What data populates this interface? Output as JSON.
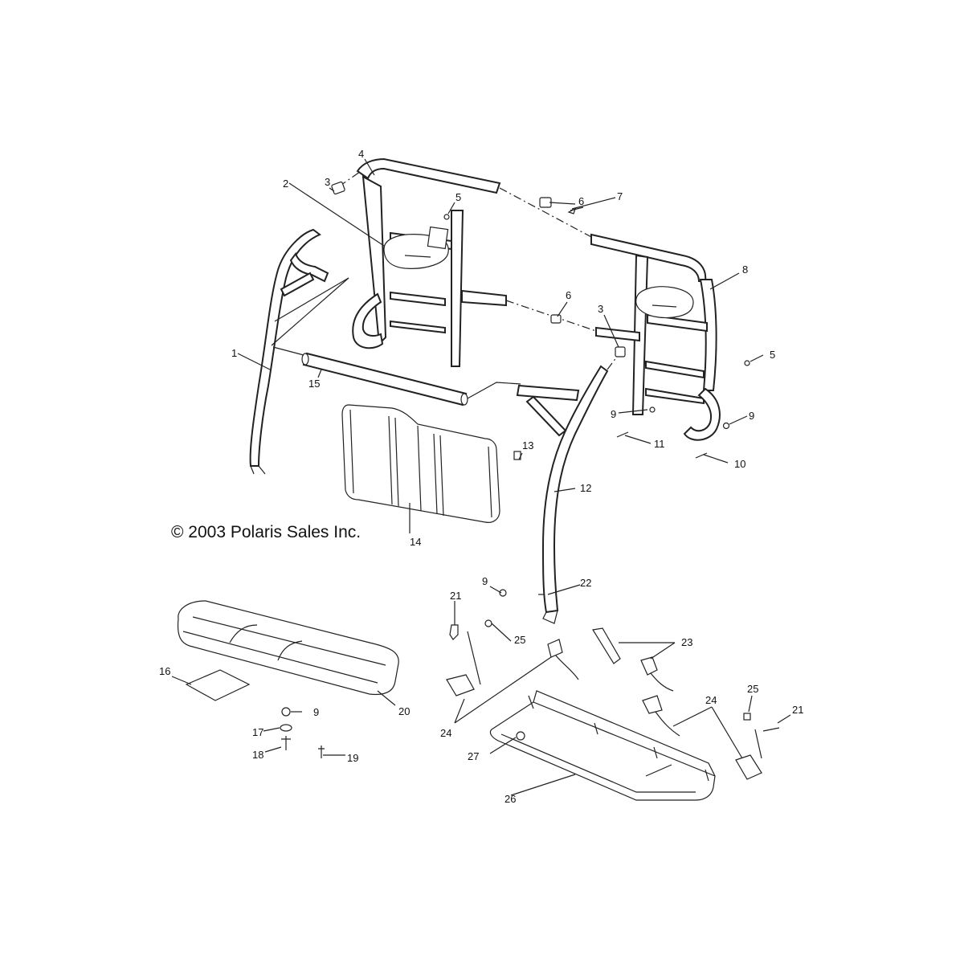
{
  "copyright": "© 2003 Polaris Sales Inc.",
  "callouts": [
    {
      "id": "c4",
      "text": "4"
    },
    {
      "id": "c3a",
      "text": "3"
    },
    {
      "id": "c5a",
      "text": "5"
    },
    {
      "id": "c6a",
      "text": "6"
    },
    {
      "id": "c7",
      "text": "7"
    },
    {
      "id": "c2",
      "text": "2"
    },
    {
      "id": "c8",
      "text": "8"
    },
    {
      "id": "c6b",
      "text": "6"
    },
    {
      "id": "c3b",
      "text": "3"
    },
    {
      "id": "c1",
      "text": "1"
    },
    {
      "id": "c5b",
      "text": "5"
    },
    {
      "id": "c15",
      "text": "15"
    },
    {
      "id": "c9a",
      "text": "9"
    },
    {
      "id": "c9b",
      "text": "9"
    },
    {
      "id": "c11",
      "text": "11"
    },
    {
      "id": "c13",
      "text": "13"
    },
    {
      "id": "c10",
      "text": "10"
    },
    {
      "id": "c12",
      "text": "12"
    },
    {
      "id": "c14",
      "text": "14"
    },
    {
      "id": "c9c",
      "text": "9"
    },
    {
      "id": "c22",
      "text": "22"
    },
    {
      "id": "c21a",
      "text": "21"
    },
    {
      "id": "c25a",
      "text": "25"
    },
    {
      "id": "c23",
      "text": "23"
    },
    {
      "id": "c16",
      "text": "16"
    },
    {
      "id": "c20",
      "text": "20"
    },
    {
      "id": "c25b",
      "text": "25"
    },
    {
      "id": "c21b",
      "text": "21"
    },
    {
      "id": "c24a",
      "text": "24"
    },
    {
      "id": "c9d",
      "text": "9"
    },
    {
      "id": "c17",
      "text": "17"
    },
    {
      "id": "c24b",
      "text": "24"
    },
    {
      "id": "c18",
      "text": "18"
    },
    {
      "id": "c19",
      "text": "19"
    },
    {
      "id": "c27",
      "text": "27"
    },
    {
      "id": "c26",
      "text": "26"
    }
  ]
}
